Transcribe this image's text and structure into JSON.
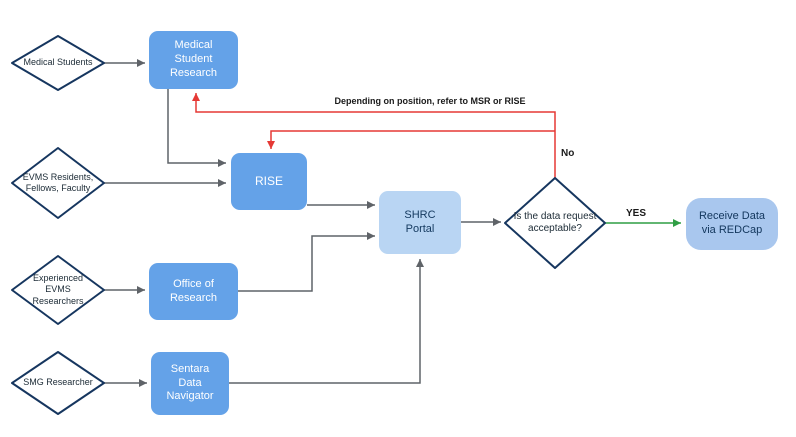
{
  "flowchart": {
    "nodes": {
      "medical_students": "Medical Students",
      "medical_student_research": "Medical Student Research",
      "evms_residents": "EVMS Residents, Fellows, Faculty",
      "rise": "RISE",
      "experienced_researchers": "Experienced EVMS Researchers",
      "office_of_research": "Office of Research",
      "smg_researcher": "SMG Researcher",
      "sentara_data_navigator": "Sentara Data Navigator",
      "shrc_portal": "SHRC Portal",
      "decision": "Is the data request acceptable?",
      "receive_data": "Receive Data via REDCap"
    },
    "labels": {
      "no": "No",
      "yes": "YES",
      "note": "Depending on position, refer to MSR or RISE"
    },
    "colors": {
      "node_blue": "#64a2e8",
      "portal_light_blue": "#b9d5f3",
      "receive_light_blue": "#a9c7ee",
      "diamond_border_navy": "#16365f",
      "connector_gray": "#5f6368",
      "connector_red": "#e53935",
      "connector_green": "#2f9e44"
    }
  }
}
